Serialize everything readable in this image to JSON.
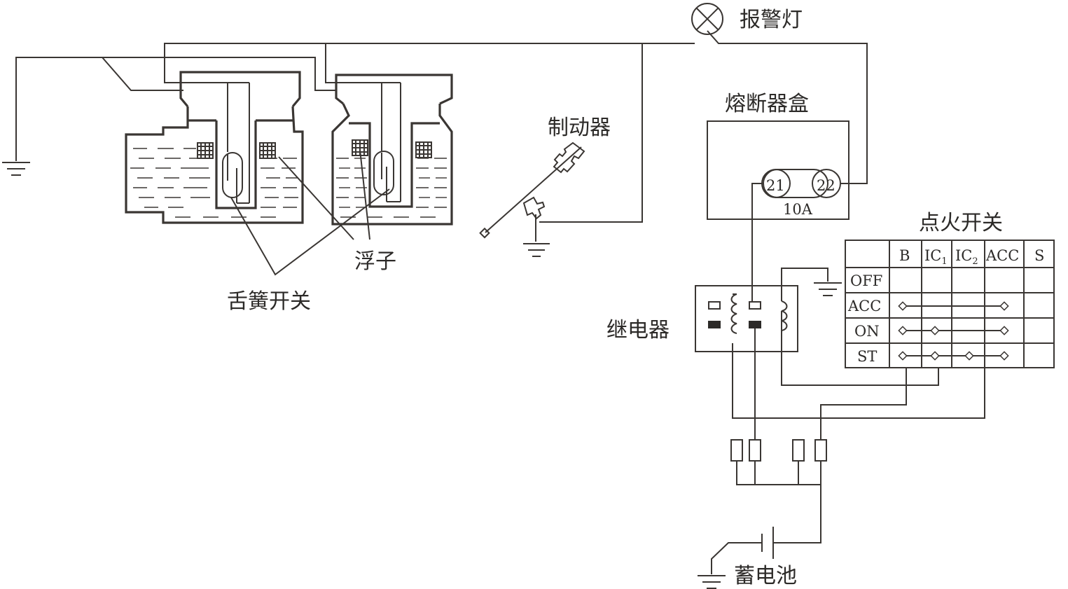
{
  "labels": {
    "warning_lamp": "报警灯",
    "fuse_box": "熔断器盒",
    "brake": "制动器",
    "fuse_21": "21",
    "fuse_22": "22",
    "fuse_rating": "10A",
    "ignition_switch": "点火开关",
    "float": "浮子",
    "reed_switch": "舌簧开关",
    "relay": "继电器",
    "battery": "蓄电池"
  },
  "ignition_table": {
    "columns": [
      "B",
      "IC",
      "IC",
      "ACC",
      "S"
    ],
    "column_subscripts": [
      "",
      "1",
      "2",
      "",
      ""
    ],
    "rows": [
      "OFF",
      "ACC",
      "ON",
      "ST"
    ]
  },
  "colors": {
    "line": "#3a3633",
    "text": "#2c2a28",
    "background": "#ffffff"
  }
}
